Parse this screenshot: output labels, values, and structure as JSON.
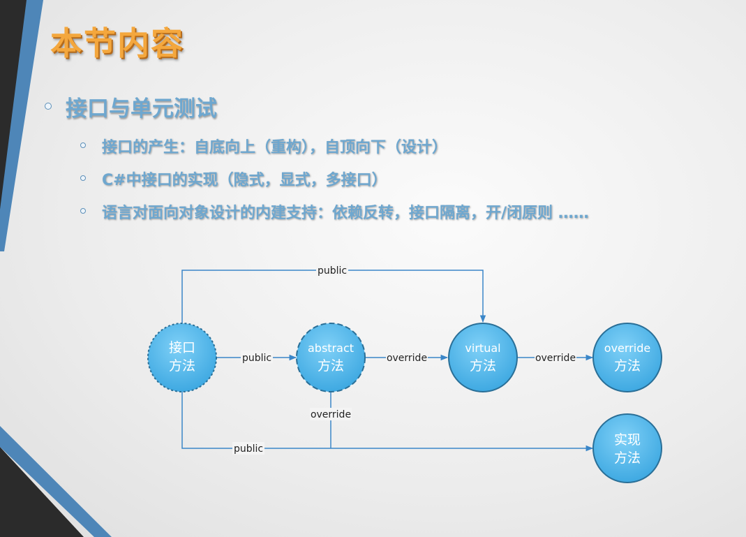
{
  "slide": {
    "title": "本节内容",
    "bullet_main": "接口与单元测试",
    "sub_bullets": [
      "接口的产生：自底向上（重构），自顶向下（设计）",
      "C#中接口的实现（隐式，显式，多接口）",
      "语言对面向对象设计的内建支持：依赖反转，接口隔离，开/闭原则 ……"
    ]
  },
  "diagram": {
    "nodes": {
      "interface_method": {
        "line1": "接口",
        "line2": "方法"
      },
      "abstract_method": {
        "line1": "abstract",
        "line2": "方法"
      },
      "virtual_method": {
        "line1": "virtual",
        "line2": "方法"
      },
      "override_method": {
        "line1": "override",
        "line2": "方法"
      },
      "impl_method": {
        "line1": "实现",
        "line2": "方法"
      }
    },
    "edge_labels": {
      "top_public": "public",
      "interface_to_abstract": "public",
      "abstract_to_virtual": "override",
      "virtual_to_override": "override",
      "abstract_down_override": "override",
      "bottom_public": "public"
    },
    "colors": {
      "node_fill": "#4fb3e8",
      "node_stroke": "#2a6f97",
      "edge": "#3a86c8",
      "title_orange": "#f4a73d",
      "bullet_blue": "#6ea7cf"
    }
  }
}
